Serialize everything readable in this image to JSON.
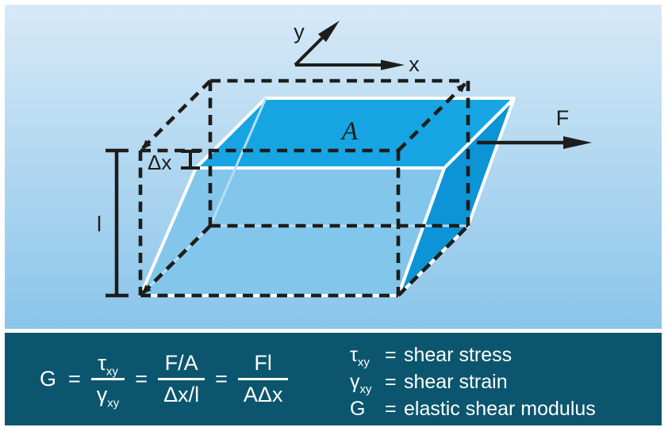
{
  "colors": {
    "background_top": "#d7e9f7",
    "background_bottom": "#8ac5ea",
    "band_background": "#0b566e",
    "block_top_face": "#16a5e2",
    "block_front_face": "#82c6ec",
    "block_right_face": "#0d94d6",
    "hidden_edge": "#b8ddf4",
    "line_black": "#1d1d1b",
    "edge_white": "#ffffff",
    "text_light": "#ffffff"
  },
  "diagram": {
    "axis_x_label": "x",
    "axis_y_label": "y",
    "force_label": "F",
    "area_label": "A",
    "length_label": "l",
    "displacement_label": "Δx"
  },
  "formula": {
    "lhs": "G",
    "eq1": "=",
    "eq2": "=",
    "eq3": "=",
    "fractions": [
      {
        "num": "τ",
        "num_sub": "xy",
        "den": "γ",
        "den_sub": "xy"
      },
      {
        "num": "F/A",
        "den": "Δx/l"
      },
      {
        "num": "Fl",
        "den": "AΔx"
      }
    ]
  },
  "legend": [
    {
      "sym": "τ",
      "sub": "xy",
      "eq": "=",
      "desc": "shear stress"
    },
    {
      "sym": "γ",
      "sub": "xy",
      "eq": "=",
      "desc": "shear strain"
    },
    {
      "sym": "G",
      "sub": "",
      "eq": "=",
      "desc": "elastic shear modulus"
    }
  ]
}
